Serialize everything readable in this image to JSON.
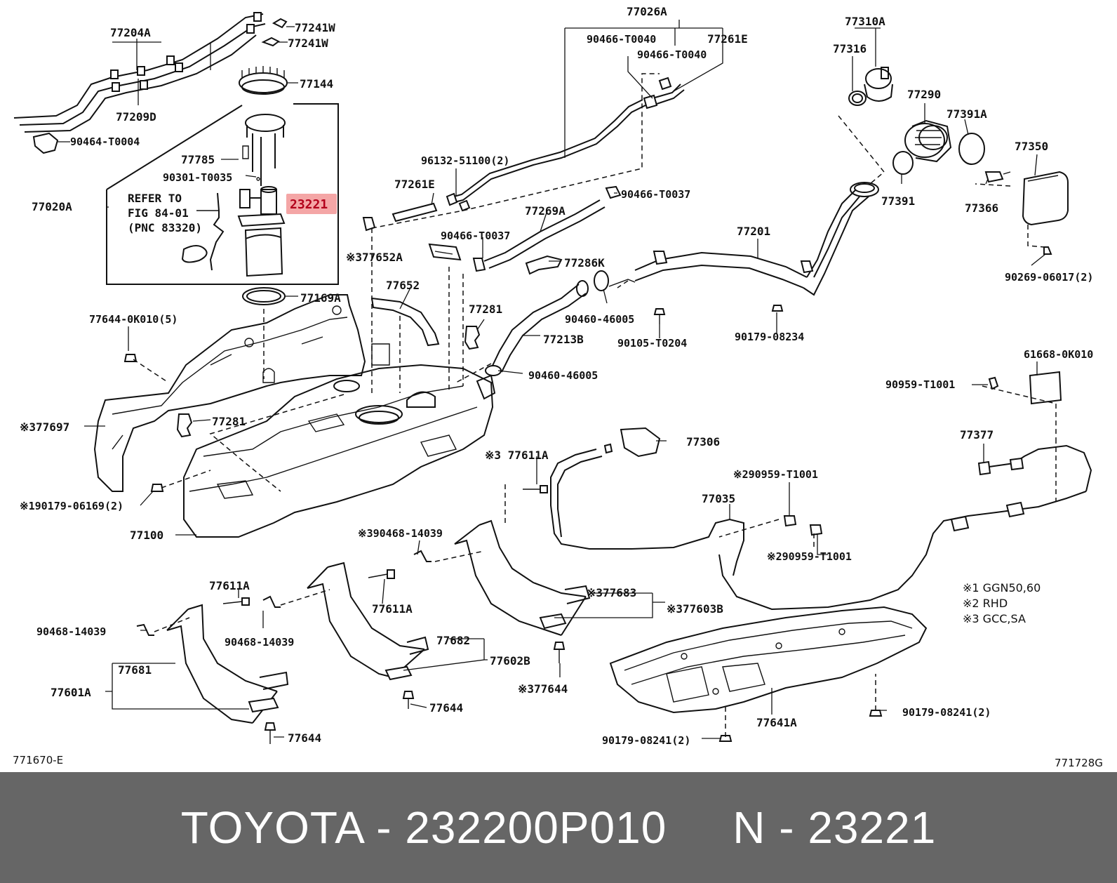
{
  "colors": {
    "background": "#ffffff",
    "footer_bg": "#666666",
    "footer_text": "#ffffff",
    "highlight": "#f4a6a6",
    "ink": "#111111"
  },
  "highlight_label": "23221",
  "refer_note": [
    "REFER TO",
    "FIG 84-01",
    "(PNC 83320)"
  ],
  "labels": [
    "77204A",
    "77241W",
    "77241W",
    "77144",
    "77209D",
    "90464-T0004",
    "77785",
    "90301-T0035",
    "77020A",
    "77169A",
    "77644-0K010(5)",
    "※377697",
    "77281",
    "※190179-06169(2)",
    "77100",
    "77026A",
    "90466-T0040",
    "90466-T0040",
    "77261E",
    "96132-51100(2)",
    "77261E",
    "90466-T0037",
    "77269A",
    "90466-T0037",
    "※377652A",
    "77286K",
    "77652",
    "77281",
    "77213B",
    "90460-46005",
    "90460-46005",
    "90105-T0204",
    "77310A",
    "77316",
    "77290",
    "77391A",
    "77350",
    "77391",
    "77366",
    "77201",
    "90179-08234",
    "90269-06017(2)",
    "61668-0K010",
    "90959-T1001",
    "77377",
    "77306",
    "※3 77611A",
    "※290959-T1001",
    "77035",
    "※290959-T1001",
    "※390468-14039",
    "77611A",
    "77611A",
    "90468-14039",
    "90468-14039",
    "※377683",
    "※377603B",
    "77681",
    "77682",
    "77601A",
    "77602B",
    "※377644",
    "77644",
    "77644",
    "77641A",
    "90179-08241(2)",
    "90179-08241(2)"
  ],
  "notes": [
    "※1 GGN50,60",
    "※2 RHD",
    "※3 GCC,SA"
  ],
  "figure_codes": [
    "771670-E",
    "771728G"
  ],
  "footer": {
    "brand": "TOYOTA",
    "separator": " - ",
    "part_number": "232200P010",
    "gap": "     ",
    "pnc_prefix": "N - ",
    "pnc": "23221"
  }
}
